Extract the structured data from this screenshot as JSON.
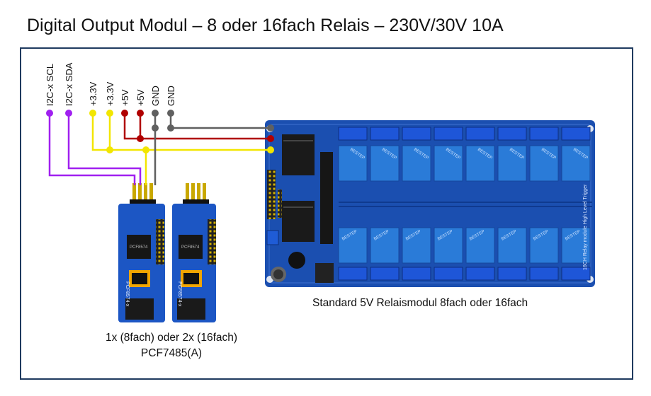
{
  "title": "Digital Output Modul – 8 oder 16fach Relais – 230V/30V 10A",
  "pins": [
    {
      "label": "I2C-x SCL",
      "color": "#a020f0"
    },
    {
      "label": "I2C-x SDA",
      "color": "#a020f0"
    },
    {
      "label": "+3.3V",
      "color": "#f2e600"
    },
    {
      "label": "+3.3V",
      "color": "#f2e600"
    },
    {
      "label": "+5V",
      "color": "#b00000"
    },
    {
      "label": "+5V",
      "color": "#b00000"
    },
    {
      "label": "GND",
      "color": "#606060"
    },
    {
      "label": "GND",
      "color": "#606060"
    }
  ],
  "relay_board": {
    "caption": "Standard 5V Relaismodul 8fach oder 16fach",
    "relay_brand": "BESTEP",
    "side_text": "16CH Relay module High Level Trigger"
  },
  "io_modules": {
    "caption_line1": "1x (8fach) oder 2x (16fach)",
    "caption_line2": "PCF7485(A)",
    "chip_text": "PCF8574",
    "edge_text": "PCF8574-x"
  },
  "colors": {
    "frame": "#1f3a5f",
    "pcb": "#1b4fb0",
    "relay": "#2a7bd8",
    "terminal": "#1e56d8"
  }
}
